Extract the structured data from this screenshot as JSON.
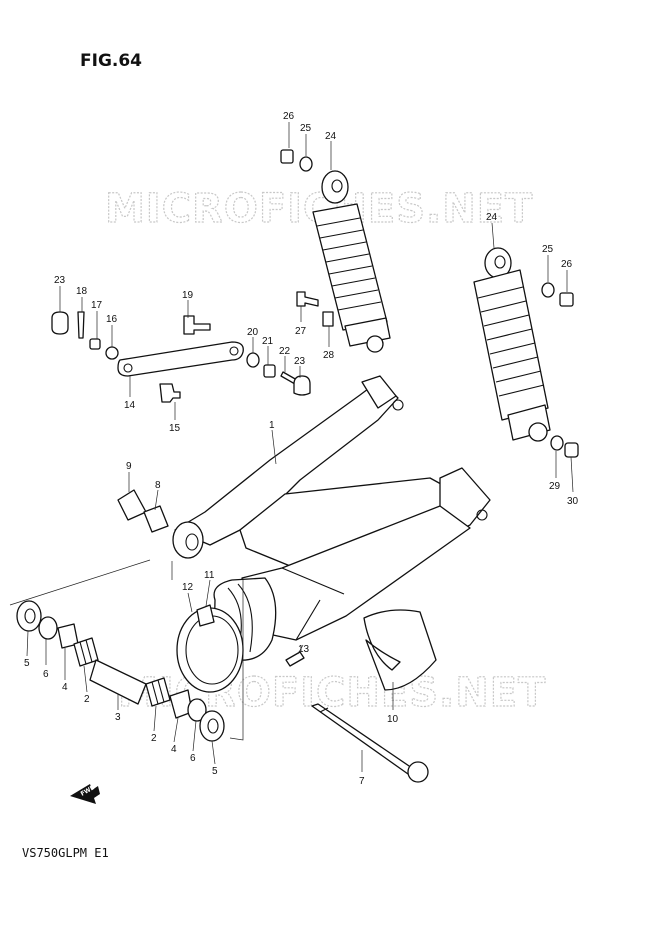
{
  "figure_title": "FIG.64",
  "model_code": "VS750GLPM E1",
  "watermark": "MICROFICHES.NET",
  "fwd_label": "FWD",
  "callouts": [
    "26",
    "25",
    "24",
    "24",
    "25",
    "26",
    "23",
    "18",
    "17",
    "16",
    "19",
    "27",
    "28",
    "20",
    "21",
    "22",
    "23",
    "14",
    "15",
    "1",
    "9",
    "8",
    "12",
    "11",
    "13",
    "5",
    "6",
    "4",
    "2",
    "3",
    "2",
    "4",
    "6",
    "5",
    "10",
    "7",
    "29",
    "30"
  ]
}
